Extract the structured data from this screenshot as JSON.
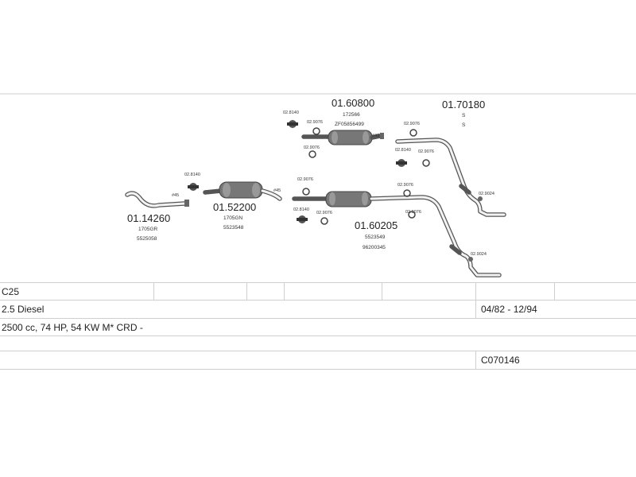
{
  "parts": {
    "front_pipe": {
      "number": "01.14260",
      "refs": [
        "1705GR",
        "5525058"
      ]
    },
    "mid_silencer": {
      "number": "01.52200",
      "refs": [
        "1705GN",
        "5523548"
      ]
    },
    "upper_silencer": {
      "number": "01.60800",
      "refs": [
        "172566",
        "ZF05856499"
      ]
    },
    "rear_pipe": {
      "number": "01.70180",
      "refs": [
        "S",
        "S"
      ]
    },
    "lower_silencer": {
      "number": "01.60205",
      "refs": [
        "5523549",
        "96200345"
      ]
    }
  },
  "fittings": {
    "f45": "#45",
    "f43": "#43",
    "clamp_02_8140": "02.8140",
    "clamp_02_9076": "02.9076",
    "hanger_02_9024": "02.9024"
  },
  "table": {
    "model": "C25",
    "engine": "2.5 Diesel",
    "years": "04/82 - 12/94",
    "spec": "2500 cc, 74 HP, 54 KW M* CRD -",
    "code": "C070146"
  }
}
